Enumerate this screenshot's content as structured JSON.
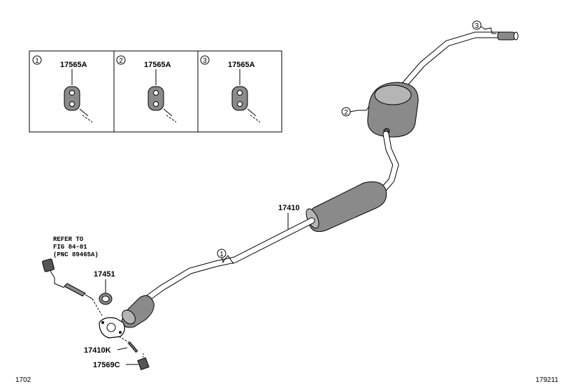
{
  "insets": [
    {
      "index": "1",
      "part": "17565A"
    },
    {
      "index": "2",
      "part": "17565A"
    },
    {
      "index": "3",
      "part": "17565A"
    }
  ],
  "callouts": {
    "c1": "1",
    "c2": "2",
    "c3": "3"
  },
  "parts": {
    "exhaust_pipe": "17410",
    "gasket": "17451",
    "stud": "17410K",
    "nut": "17569C"
  },
  "reference": {
    "line1": "REFER TO",
    "line2": "FIG 84-01",
    "line3": "(PNC 89465A)"
  },
  "footer": {
    "left": "1702",
    "right": "179211"
  }
}
